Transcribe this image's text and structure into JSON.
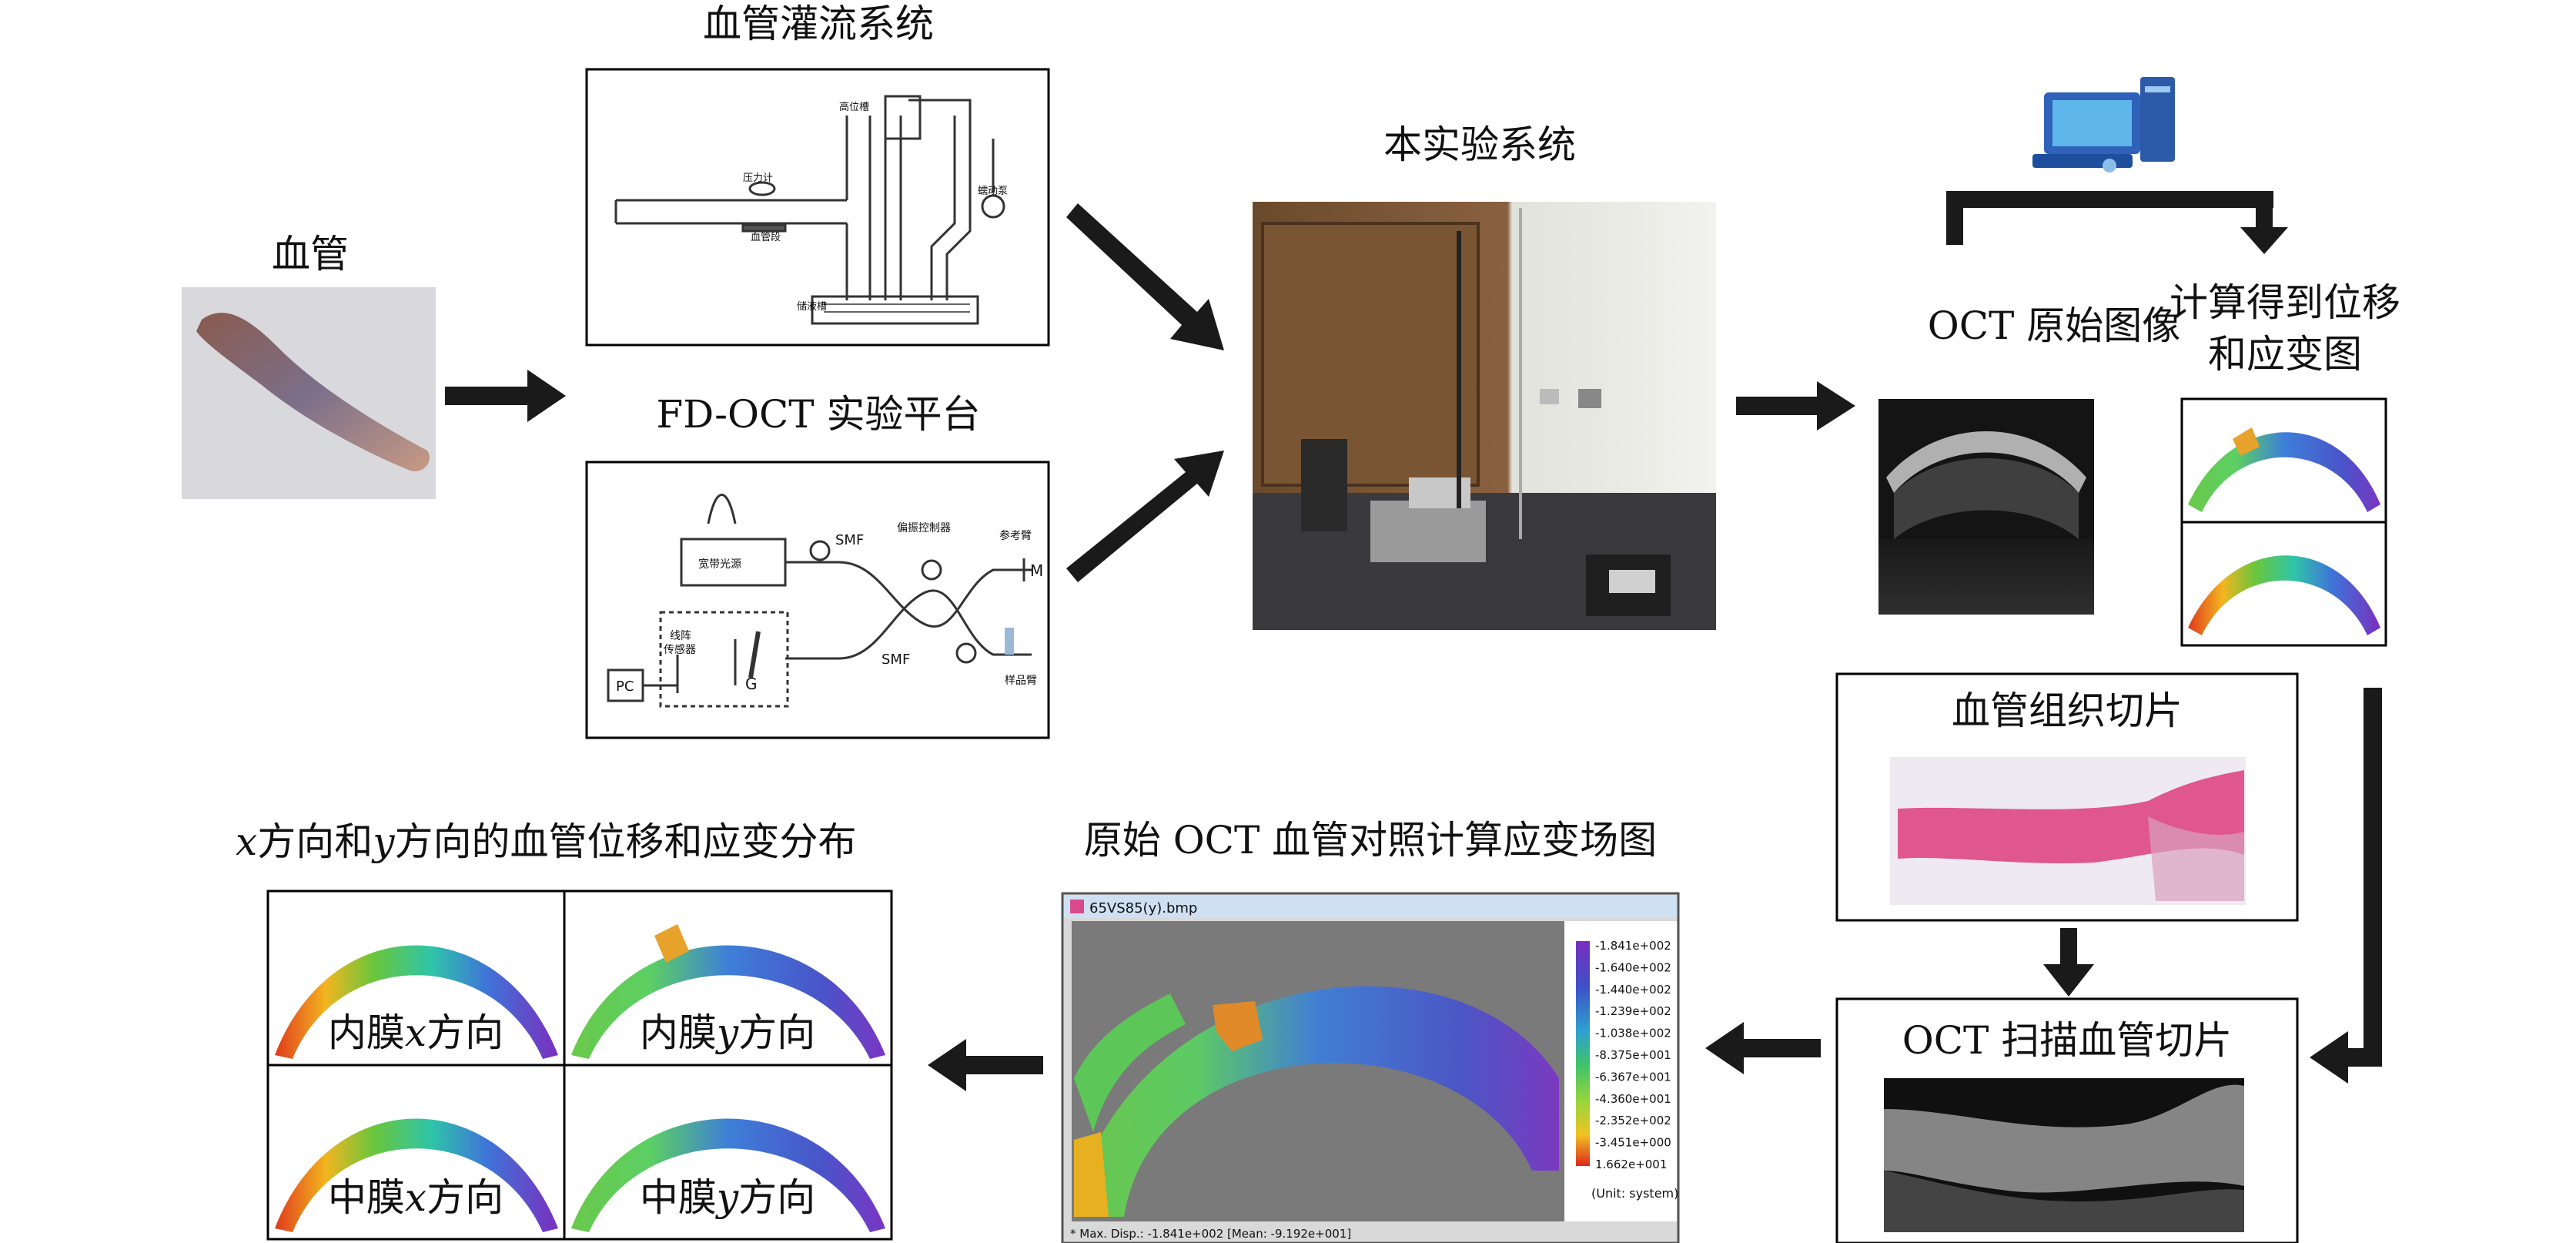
{
  "top_left": {
    "vessel_label": "血管"
  },
  "perfusion": {
    "title": "血管灌流系统",
    "labels": {
      "reservoir_high": "高位槽",
      "pressure_meter": "压力计",
      "vessel_segment": "血管段",
      "peristaltic_pump": "蠕动泵",
      "tank": "储液槽"
    }
  },
  "fdoct": {
    "title": "FD-OCT 实验平台",
    "labels": {
      "broadband_source": "宽带光源",
      "smf_top": "SMF",
      "smf_bottom": "SMF",
      "polarization_controller": "偏振控制器",
      "reference_arm": "参考臂",
      "mirror": "M",
      "sample_arm": "样品臂",
      "line_sensor_1": "线阵",
      "line_sensor_2": "传感器",
      "grating": "G",
      "pc": "PC"
    }
  },
  "system": {
    "title": "本实验系统"
  },
  "computer": {
    "icon": "computer-icon"
  },
  "oct_raw": {
    "label": "OCT 原始图像"
  },
  "computed": {
    "line1": "计算得到位移",
    "line2": "和应变图"
  },
  "histology": {
    "title": "血管组织切片"
  },
  "oct_scan": {
    "title": "OCT 扫描血管切片"
  },
  "compare": {
    "title": "原始 OCT 血管对照计算应变场图",
    "window_title": "65VS85(y).bmp",
    "colorbar": [
      "-1.841e+002",
      "-1.640e+002",
      "-1.440e+002",
      "-1.239e+002",
      "-1.038e+002",
      "-8.375e+001",
      "-6.367e+001",
      "-4.360e+001",
      "-2.352e+002",
      "-3.451e+000",
      "1.662e+001"
    ],
    "unit": "(Unit: system)",
    "footer": "* Max. Disp.: -1.841e+002  [Mean: -9.192e+001]"
  },
  "distribution": {
    "title_x": "x",
    "title_mid": "方向和",
    "title_y": "y",
    "title_rest": "方向的血管位移和应变分布",
    "cells": [
      {
        "prefix": "内膜",
        "axis": "x",
        "suffix": "方向"
      },
      {
        "prefix": "内膜",
        "axis": "y",
        "suffix": "方向"
      },
      {
        "prefix": "中膜",
        "axis": "x",
        "suffix": "方向"
      },
      {
        "prefix": "中膜",
        "axis": "y",
        "suffix": "方向"
      }
    ]
  },
  "colors": {
    "arrow": "#1a1a1a",
    "vessel": "#a8786a",
    "histology_pink": "#e0578f",
    "colormap_low": "#d8261c",
    "colormap_mid": "#4cc04a",
    "colormap_high": "#6a2cb5"
  }
}
